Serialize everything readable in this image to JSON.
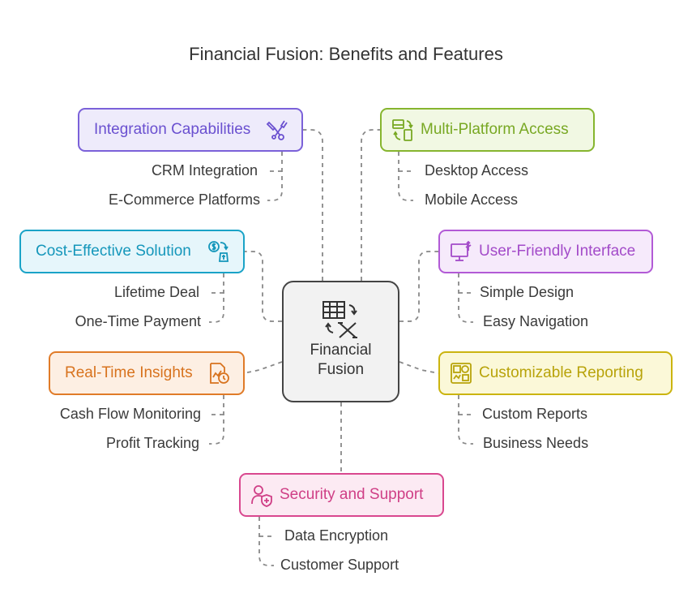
{
  "title": "Financial Fusion: Benefits and Features",
  "center": {
    "line1": "Financial",
    "line2": "Fusion",
    "icon": "spreadsheet-exchange-icon"
  },
  "branches": [
    {
      "id": "integration",
      "label": "Integration Capabilities",
      "icon": "tools-icon",
      "color": "#7b61d9",
      "fill": "#eeebfb",
      "items": [
        "CRM Integration",
        "E-Commerce Platforms"
      ]
    },
    {
      "id": "multiplatform",
      "label": "Multi-Platform Access",
      "icon": "devices-sync-icon",
      "color": "#86b52e",
      "fill": "#f1f8e3",
      "items": [
        "Desktop Access",
        "Mobile Access"
      ]
    },
    {
      "id": "cost",
      "label": "Cost-Effective Solution",
      "icon": "money-exchange-icon",
      "color": "#1aa3c7",
      "fill": "#e6f6fb",
      "items": [
        "Lifetime Deal",
        "One-Time Payment"
      ]
    },
    {
      "id": "userfriendly",
      "label": "User-Friendly Interface",
      "icon": "monitor-usb-icon",
      "color": "#b25ad6",
      "fill": "#f6eafb",
      "items": [
        "Simple Design",
        "Easy Navigation"
      ]
    },
    {
      "id": "realtime",
      "label": "Real-Time Insights",
      "icon": "chart-clock-icon",
      "color": "#e07b28",
      "fill": "#fdefe3",
      "items": [
        "Cash Flow Monitoring",
        "Profit Tracking"
      ]
    },
    {
      "id": "reporting",
      "label": "Customizable Reporting",
      "icon": "dashboard-icon",
      "color": "#cbb40f",
      "fill": "#fbf8d8",
      "items": [
        "Custom Reports",
        "Business Needs"
      ]
    },
    {
      "id": "security",
      "label": "Security and Support",
      "icon": "user-shield-icon",
      "color": "#d9488f",
      "fill": "#fceaf3",
      "items": [
        "Data Encryption",
        "Customer Support"
      ]
    }
  ]
}
